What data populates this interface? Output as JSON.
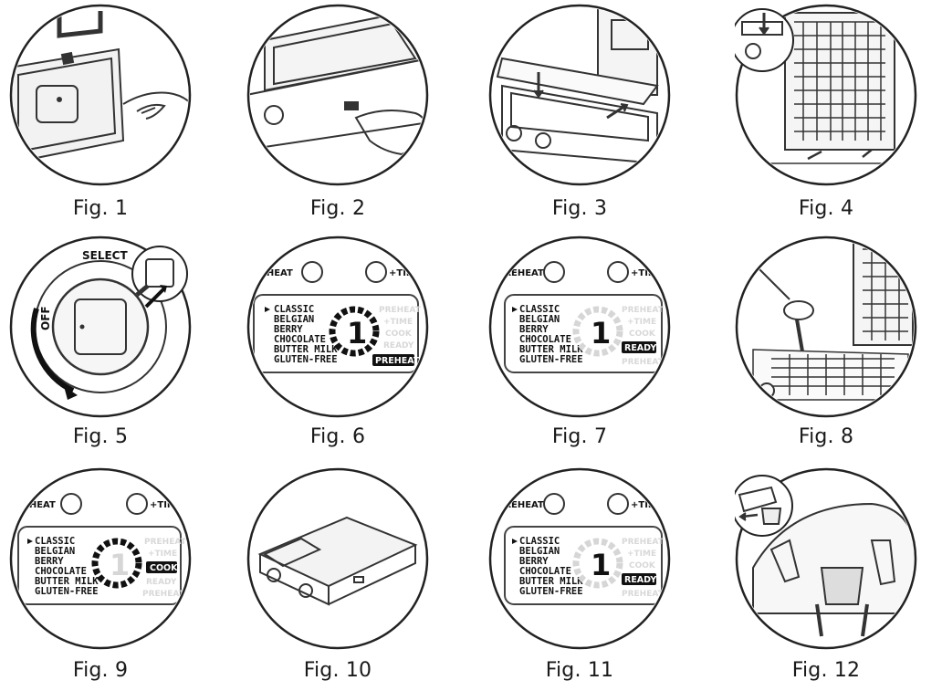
{
  "figures": [
    {
      "caption": "Fig. 1",
      "icon": "lid-handle-illustration"
    },
    {
      "caption": "Fig. 2",
      "icon": "release-button-illustration"
    },
    {
      "caption": "Fig. 3",
      "icon": "plate-insert-illustration"
    },
    {
      "caption": "Fig. 4",
      "icon": "waffle-plate-illustration"
    },
    {
      "caption": "Fig. 5",
      "icon": "dial-plug-illustration",
      "dial": {
        "select": "SELECT",
        "off": "OFF"
      }
    },
    {
      "caption": "Fig. 6",
      "icon": "lcd-preheat-illustration",
      "status": "PREHEAT"
    },
    {
      "caption": "Fig. 7",
      "icon": "lcd-ready-illustration",
      "status": "READY"
    },
    {
      "caption": "Fig. 8",
      "icon": "pour-batter-illustration"
    },
    {
      "caption": "Fig. 9",
      "icon": "lcd-cook-illustration",
      "status": "COOK"
    },
    {
      "caption": "Fig. 10",
      "icon": "closed-maker-illustration"
    },
    {
      "caption": "Fig. 11",
      "icon": "lcd-ready-illustration",
      "status": "READY"
    },
    {
      "caption": "Fig. 12",
      "icon": "drip-tray-illustration"
    }
  ],
  "lcd": {
    "btn_left": "PREHEAT",
    "btn_right": "+TIME",
    "menu": [
      "CLASSIC",
      "BELGIAN",
      "BERRY",
      "CHOCOLATE",
      "BUTTER MILK",
      "GLUTEN-FREE"
    ],
    "indicators": [
      "PREHEAT",
      "+TIME",
      "COOK",
      "READY",
      "PREHEAT"
    ],
    "digit": "1"
  },
  "colors": {
    "ink": "#1a1a1a",
    "line": "#333333",
    "lcd_dim": "#d8d8d8"
  }
}
